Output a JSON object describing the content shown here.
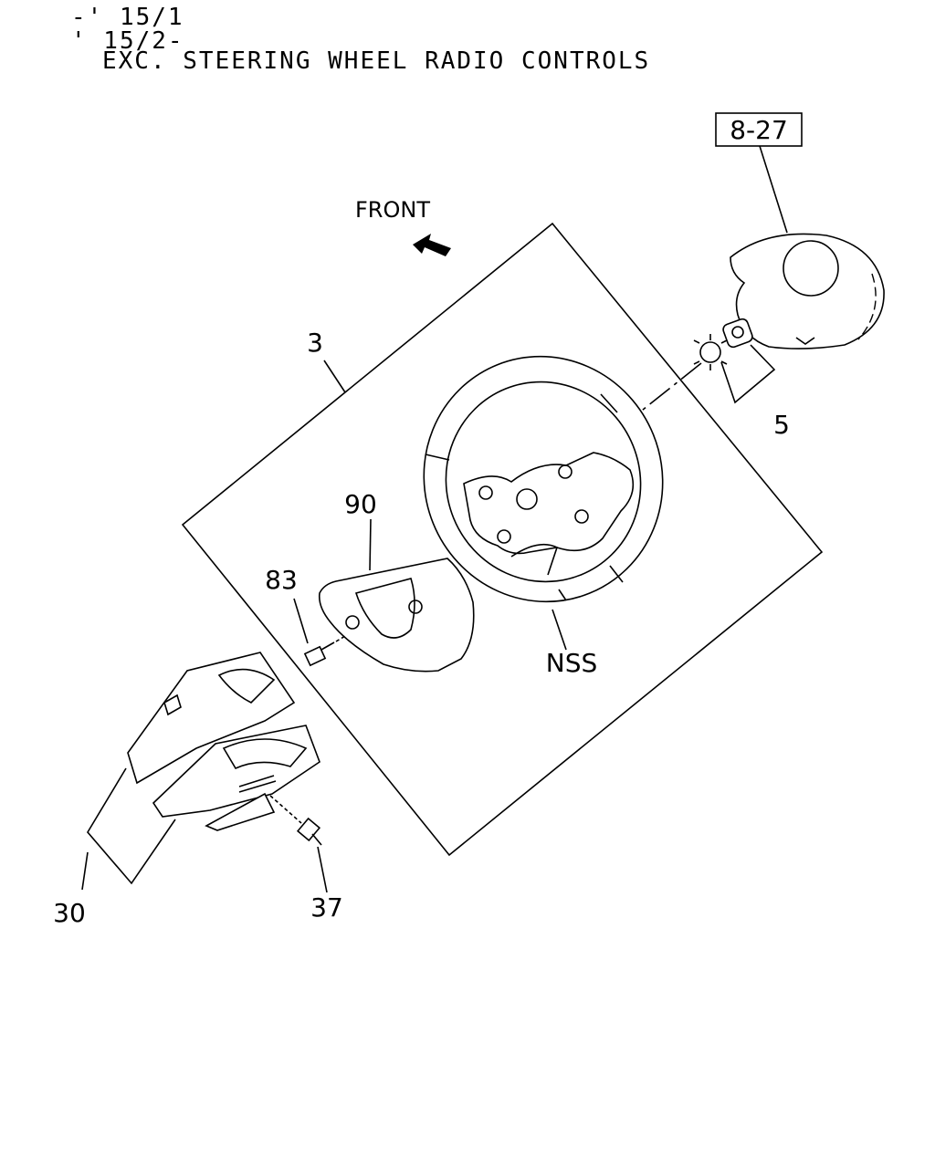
{
  "header": {
    "line1": "-' 15/1",
    "line2": "' 15/2-",
    "line3": "EXC. STEERING WHEEL RADIO CONTROLS"
  },
  "direction": {
    "label": "FRONT"
  },
  "reference": {
    "label": "8-27"
  },
  "callouts": {
    "p3": "3",
    "p5": "5",
    "p90": "90",
    "p83": "83",
    "nss": "NSS",
    "p30": "30",
    "p37": "37"
  }
}
